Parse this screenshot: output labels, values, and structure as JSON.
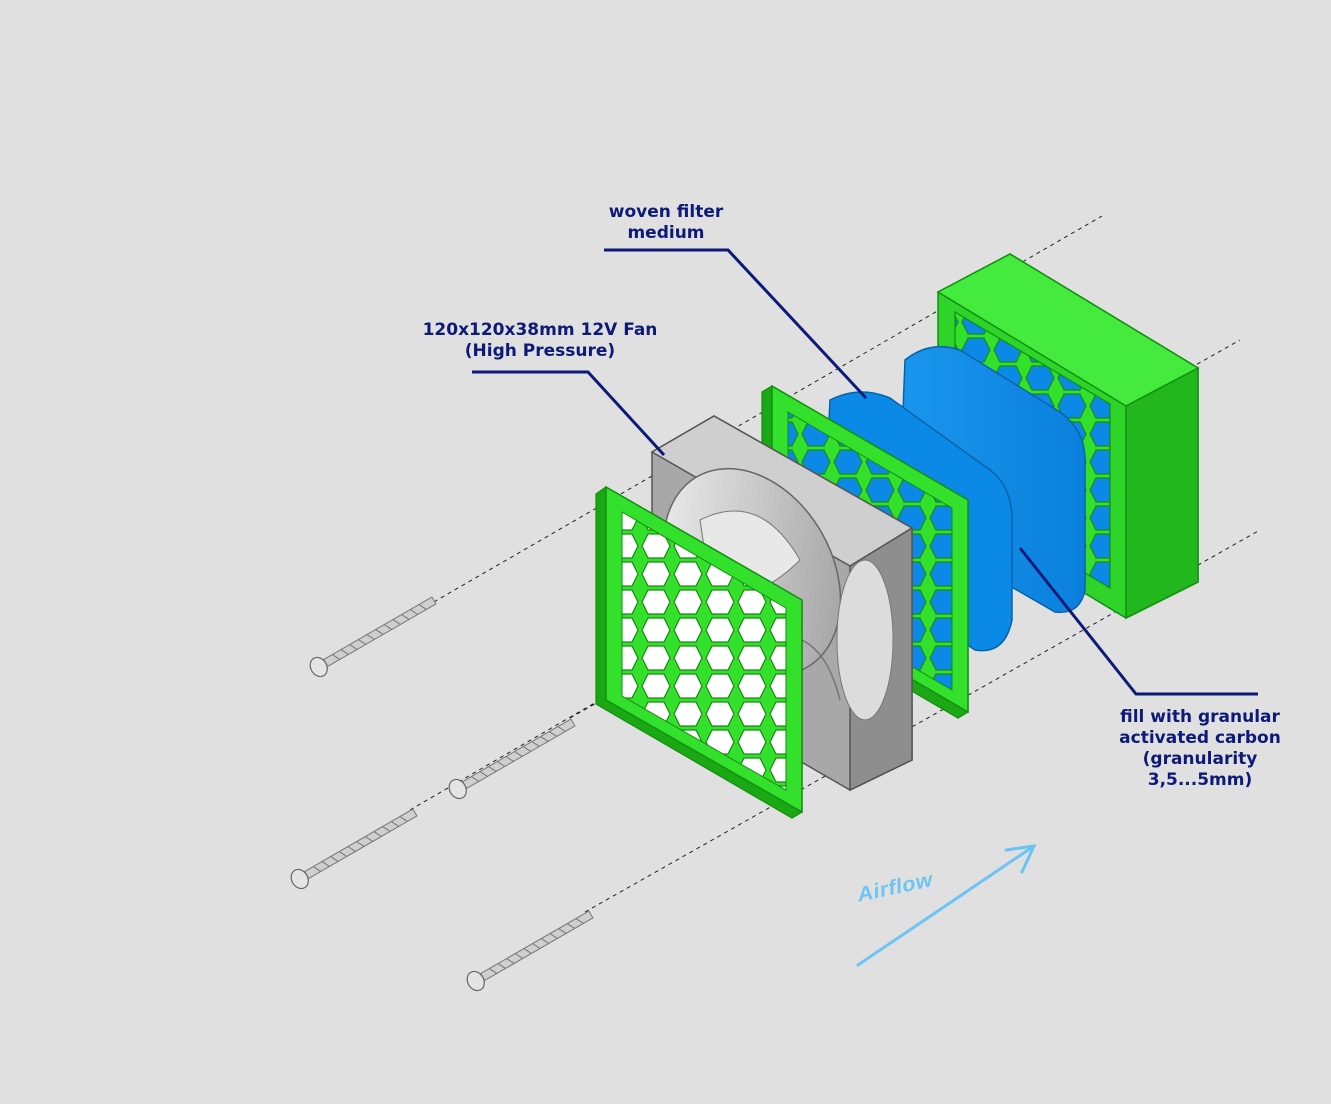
{
  "labels": {
    "woven_filter": [
      "woven filter",
      "medium"
    ],
    "fan": [
      "120x120x38mm 12V Fan",
      "(High Pressure)"
    ],
    "carbon": [
      "fill with granular",
      "activated carbon",
      "(granularity",
      "3,5...5mm)"
    ]
  },
  "airflow": "Airflow",
  "colors": {
    "background": "#e0e0e0",
    "grille_green": "#33e02c",
    "grille_green_dark": "#1aa814",
    "carbon_blue": "#0a8ae6",
    "fan_gray": "#b8b8b8",
    "label_navy": "#0d1a78",
    "airflow_blue": "#6cc4f4"
  },
  "parts": [
    "front-grille",
    "fan",
    "rear-grille",
    "woven-filter",
    "carbon-cartridge",
    "housing",
    "screw",
    "screw",
    "screw",
    "screw"
  ],
  "icons": [
    "airflow-arrow-icon"
  ]
}
